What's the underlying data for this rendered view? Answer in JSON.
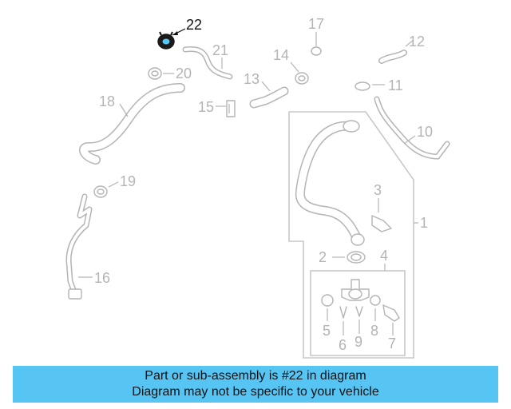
{
  "highlight_part": "22",
  "callouts": {
    "c1": "1",
    "c2": "2",
    "c3": "3",
    "c4": "4",
    "c5": "5",
    "c6": "6",
    "c7": "7",
    "c8": "8",
    "c9": "9",
    "c10": "10",
    "c11": "11",
    "c12": "12",
    "c13": "13",
    "c14": "14",
    "c15": "15",
    "c16": "16",
    "c17": "17",
    "c18": "18",
    "c19": "19",
    "c20": "20",
    "c21": "21",
    "c22": "22"
  },
  "banner": {
    "line1": "Part or sub-assembly is #22 in diagram",
    "line2": "Diagram may not be specific to your vehicle"
  },
  "colors": {
    "banner_bg": "#56c5f4",
    "line_gray": "#b4b4b4",
    "highlight": "#111111"
  }
}
